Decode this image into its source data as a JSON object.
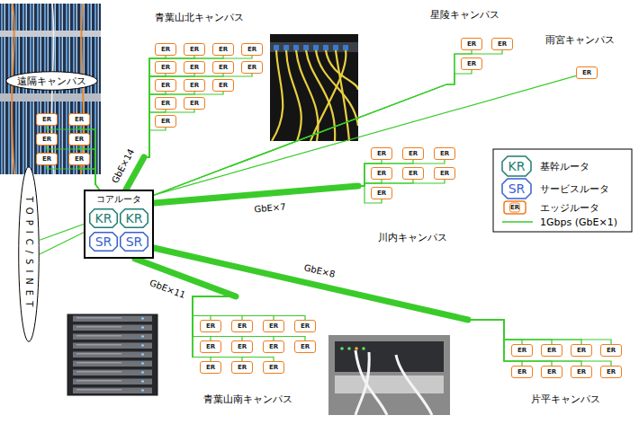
{
  "diagram": {
    "nodes": [
      {
        "text": [
          "遠隔キャンパス"
        ]
      },
      {
        "text": [
          "ER"
        ]
      },
      {
        "text": [
          "ER"
        ]
      },
      {
        "text": [
          "ER"
        ]
      },
      {
        "text": [
          "ER"
        ]
      },
      {
        "text": [
          "ER"
        ]
      },
      {
        "text": [
          "ER"
        ]
      },
      {
        "text": [
          "ER"
        ]
      },
      {
        "text": [
          "ER"
        ]
      },
      {
        "text": [
          "ER"
        ]
      },
      {
        "text": [
          "ER"
        ]
      },
      {
        "text": [
          "ER"
        ]
      },
      {
        "text": [
          "ER"
        ]
      },
      {
        "text": [
          "ER"
        ]
      },
      {
        "text": [
          "ER"
        ]
      },
      {
        "text": [
          "ER"
        ]
      },
      {
        "text": [
          "ER"
        ]
      },
      {
        "text": [
          "ER"
        ]
      },
      {
        "text": [
          "ER"
        ]
      },
      {
        "text": [
          "ER"
        ]
      },
      {
        "text": [
          "ER"
        ]
      },
      {
        "text": [
          "ER"
        ]
      },
      {
        "text": [
          "ER"
        ]
      },
      {
        "text": [
          "ER"
        ]
      },
      {
        "text": [
          "ER"
        ]
      },
      {
        "text": [
          "コアルータ"
        ]
      },
      {
        "text": [
          "KR"
        ],
        "in": 25
      },
      {
        "text": [
          "KR"
        ],
        "in": 25
      },
      {
        "text": [
          "SR"
        ],
        "in": 25
      },
      {
        "text": [
          "SR"
        ],
        "in": 25
      },
      {
        "text": [
          "TOPIC/SINET"
        ]
      },
      {
        "text": [
          "ER"
        ]
      },
      {
        "text": [
          "ER"
        ]
      },
      {
        "text": [
          "ER"
        ]
      },
      {
        "text": [
          "ER"
        ]
      },
      {
        "text": [
          "ER"
        ]
      },
      {
        "text": [
          "ER"
        ]
      },
      {
        "text": [
          "ER"
        ]
      },
      {
        "text": [
          "ER"
        ]
      },
      {
        "text": [
          "ER"
        ]
      },
      {
        "text": [
          "ER"
        ]
      },
      {
        "text": [
          "ER"
        ]
      },
      {
        "text": [
          "ER"
        ]
      },
      {
        "text": [
          "ER"
        ]
      },
      {
        "text": [
          "ER"
        ]
      },
      {
        "text": [
          "ER"
        ]
      },
      {
        "text": [
          "ER"
        ]
      },
      {
        "text": [
          "ER"
        ]
      },
      {
        "text": [
          "ER"
        ]
      },
      {
        "text": [
          "ER"
        ]
      },
      {
        "text": [
          "ER"
        ]
      },
      {
        "text": [
          "ER"
        ]
      },
      {
        "text": [
          "ER"
        ]
      },
      {
        "text": [
          "ER"
        ]
      },
      {
        "text": [
          "ER"
        ]
      },
      {
        "text": [
          "ER"
        ]
      },
      {
        "text": [
          "ER"
        ]
      }
    ],
    "edges": [
      {
        "from": 25,
        "to": 30,
        "arrow": "none"
      },
      {
        "from": 25,
        "to": 30,
        "arrow": "none"
      },
      {
        "from": 25,
        "to": 1,
        "arrow": "none"
      },
      {
        "from": 25,
        "to": 2,
        "arrow": "none"
      },
      {
        "from": 25,
        "to": 3,
        "arrow": "none"
      },
      {
        "from": 25,
        "to": 4,
        "arrow": "none"
      },
      {
        "from": 25,
        "to": 5,
        "arrow": "none"
      },
      {
        "from": 25,
        "to": 6,
        "arrow": "none"
      },
      {
        "from": 25,
        "to": 7,
        "label": "GbE×14",
        "arrow": "none"
      },
      {
        "from": 25,
        "to": 8,
        "arrow": "none"
      },
      {
        "from": 25,
        "to": 9,
        "arrow": "none"
      },
      {
        "from": 25,
        "to": 10,
        "arrow": "none"
      },
      {
        "from": 25,
        "to": 11,
        "arrow": "none"
      },
      {
        "from": 25,
        "to": 12,
        "arrow": "none"
      },
      {
        "from": 25,
        "to": 13,
        "arrow": "none"
      },
      {
        "from": 25,
        "to": 14,
        "arrow": "none"
      },
      {
        "from": 25,
        "to": 15,
        "arrow": "none"
      },
      {
        "from": 25,
        "to": 16,
        "arrow": "none"
      },
      {
        "from": 25,
        "to": 17,
        "arrow": "none"
      },
      {
        "from": 25,
        "to": 18,
        "arrow": "none"
      },
      {
        "from": 25,
        "to": 19,
        "arrow": "none"
      },
      {
        "from": 25,
        "to": 20,
        "arrow": "none"
      },
      {
        "from": 25,
        "to": 21,
        "arrow": "none"
      },
      {
        "from": 25,
        "to": 22,
        "arrow": "none"
      },
      {
        "from": 25,
        "to": 23,
        "arrow": "none"
      },
      {
        "from": 25,
        "to": 24,
        "arrow": "none"
      },
      {
        "from": 25,
        "to": 31,
        "label": "GbE×7",
        "arrow": "none"
      },
      {
        "from": 25,
        "to": 32,
        "arrow": "none"
      },
      {
        "from": 25,
        "to": 33,
        "arrow": "none"
      },
      {
        "from": 25,
        "to": 34,
        "arrow": "none"
      },
      {
        "from": 25,
        "to": 35,
        "arrow": "none"
      },
      {
        "from": 25,
        "to": 36,
        "arrow": "none"
      },
      {
        "from": 25,
        "to": 37,
        "arrow": "none"
      },
      {
        "from": 25,
        "to": 38,
        "label": "GbE×11",
        "arrow": "none"
      },
      {
        "from": 25,
        "to": 39,
        "arrow": "none"
      },
      {
        "from": 25,
        "to": 40,
        "arrow": "none"
      },
      {
        "from": 25,
        "to": 41,
        "arrow": "none"
      },
      {
        "from": 25,
        "to": 42,
        "arrow": "none"
      },
      {
        "from": 25,
        "to": 43,
        "arrow": "none"
      },
      {
        "from": 25,
        "to": 44,
        "arrow": "none"
      },
      {
        "from": 25,
        "to": 45,
        "arrow": "none"
      },
      {
        "from": 25,
        "to": 46,
        "arrow": "none"
      },
      {
        "from": 25,
        "to": 47,
        "arrow": "none"
      },
      {
        "from": 25,
        "to": 48,
        "arrow": "none"
      },
      {
        "from": 25,
        "to": 49,
        "label": "GbE×8",
        "arrow": "none"
      },
      {
        "from": 25,
        "to": 50,
        "arrow": "none"
      },
      {
        "from": 25,
        "to": 51,
        "arrow": "none"
      },
      {
        "from": 25,
        "to": 52,
        "arrow": "none"
      },
      {
        "from": 25,
        "to": 53,
        "arrow": "none"
      },
      {
        "from": 25,
        "to": 54,
        "arrow": "none"
      },
      {
        "from": 25,
        "to": 55,
        "arrow": "none"
      },
      {
        "from": 25,
        "to": 56,
        "arrow": "none"
      }
    ],
    "labels": [
      "青葉山北キャンパス",
      "星陵キャンパス",
      "雨宮キャンパス",
      "川内キャンパス",
      "青葉山南キャンパス",
      "片平キャンパス",
      "KR",
      "SR",
      "ER"
    ],
    "legend": [
      {
        "text": "基幹ルータ"
      },
      {
        "text": "サービスルータ"
      },
      {
        "text": "エッジルータ"
      },
      {
        "text": "1Gbps (GbE×1)"
      }
    ]
  }
}
